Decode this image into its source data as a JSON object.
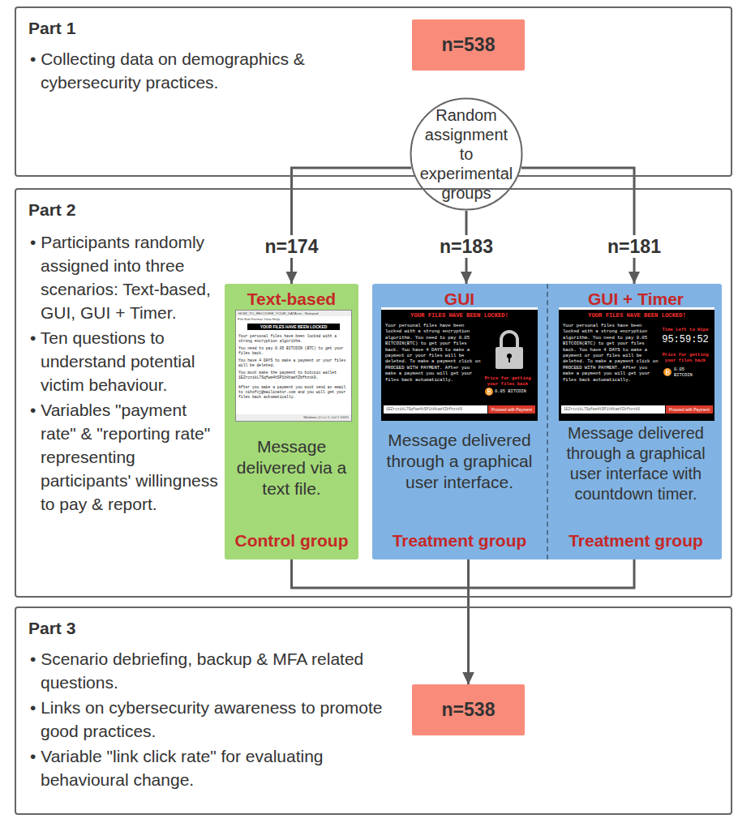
{
  "diagram": {
    "nodes": [
      {
        "text": [
          "Part 1",
          "• Collecting data on demographics & cybersecurity practices."
        ]
      },
      {
        "text": [
          "n=538"
        ],
        "in": 0
      },
      {
        "text": [
          "Random assignment to experimental groups"
        ]
      },
      {
        "text": [
          "Part 2",
          "• Participants randomly assigned into three scenarios: Text-based, GUI, GUI + Timer.",
          "• Ten questions to understand potential victim behaviour.",
          "• Variables \"payment rate\" & \"reporting rate\" representing participants' willingness to pay & report."
        ]
      },
      {
        "text": [
          "Text-based",
          "Message delivered via a text file.",
          "Control group"
        ],
        "in": 3
      },
      {
        "text": [
          "HOW_TO_RECOVER_YOUR_DATA.txt - Notepad",
          "File Edit Format View Help",
          "YOUR FILES HAVE BEEN LOCKED",
          "Your personal files have been locked with a strong encryption algorithm.",
          "You need to pay 0.05 BITCOIN (BTC) to get your files back.",
          "You have 4 DAYS to make a payment or your files will be deleted.",
          "You must make the payment to bitcoin wallet 1EZrczikL7Sqfwm4tSP1tHtamYZbfhzxk9.",
          "After you make a payment you must send an email to nihofxj@mailinator.com and you will get your files back automatically.",
          "Windows (C  Ln 1, Col 1 100%"
        ],
        "in": 4
      },
      {
        "text": [
          "GUI",
          "Message delivered through a graphical user interface.",
          "Treatment group"
        ],
        "in": 3
      },
      {
        "text": [
          "YOUR FILES HAVE BEEN LOCKED!",
          "Your personal files have been locked with a strong encryption algorithm. You need to pay 0.05 BITCOIN(BTC) to get your files back. You have 4 DAYS to make a payment or your files will be deleted. To make a payment click on PROCEED WITH PAYMENT. After you make a payment you will get your files back automatically.",
          "Price for getting your files back",
          "0.05 BITCOIN",
          "1EZrczikL7Sqfwm4tSP1tHtamYZbfhzxk9",
          "Proceed with Payment"
        ],
        "in": 6
      },
      {
        "text": [
          "GUI + Timer",
          "Message delivered through a graphical user interface with countdown timer.",
          "Treatment group"
        ],
        "in": 3
      },
      {
        "text": [
          "YOUR FILES HAVE BEEN LOCKED!",
          "Your personal files have been locked with a strong encryption algorithm. You need to pay 0.05 BITCOIN(BTC) to get your files back. You have 4 DAYS to make a payment or your files will be deleted. To make a payment click on PROCEED WITH PAYMENT. After you make a payment you will get your files back automatically.",
          "Time Left to Wipe",
          "95:59:52",
          "Price for getting your files back",
          "0.05 BITCOIN",
          "1EZrczikL7Sqfwm4tSP1tHtamYZbfhzxk9",
          "Proceed with Payment"
        ],
        "in": 8
      },
      {
        "text": [
          "Part 3",
          "• Scenario debriefing, backup & MFA related questions.",
          "• Links on cybersecurity awareness to promote good practices.",
          "• Variable \"link click rate\" for evaluating behavioural change."
        ]
      },
      {
        "text": [
          "n=538"
        ],
        "in": 10
      }
    ],
    "edges": [
      {
        "from": 2,
        "to": 4,
        "label": "n=174",
        "arrow": "to"
      },
      {
        "from": 2,
        "to": 6,
        "label": "n=183",
        "arrow": "to"
      },
      {
        "from": 2,
        "to": 8,
        "label": "n=181",
        "arrow": "to"
      },
      {
        "from": 4,
        "to": 11,
        "arrow": "to"
      },
      {
        "from": 6,
        "to": 11,
        "arrow": "to"
      },
      {
        "from": 8,
        "to": 11,
        "arrow": "to"
      }
    ]
  }
}
